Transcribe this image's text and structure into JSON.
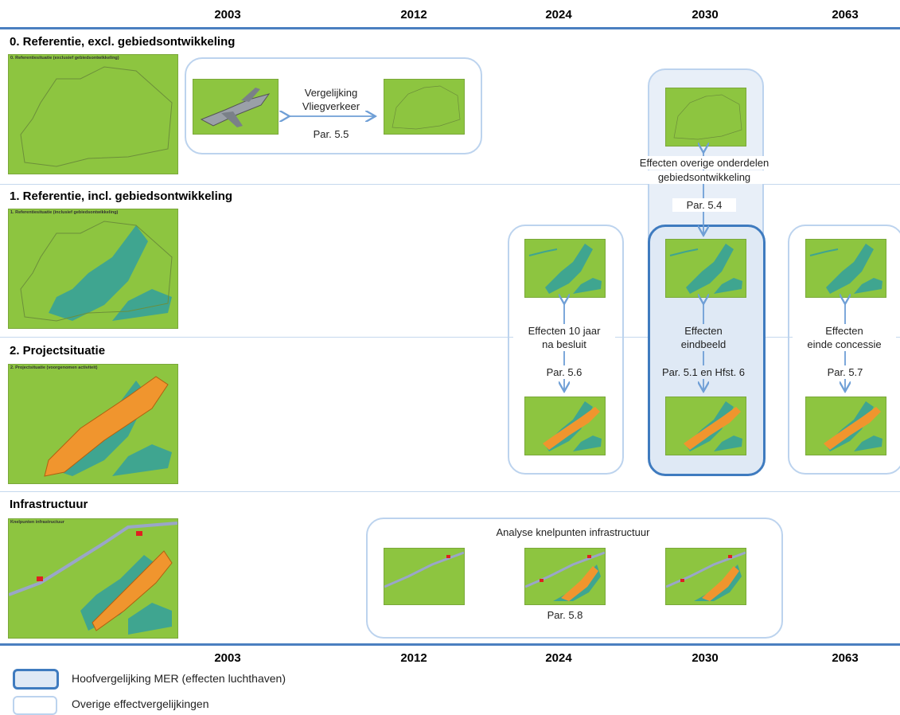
{
  "years": [
    "2003",
    "2012",
    "2024",
    "2030",
    "2063"
  ],
  "sections": {
    "ref_excl": "0. Referentie, excl. gebiedsontwikkeling",
    "ref_incl": "1. Referentie, incl. gebiedsontwikkeling",
    "project": "2. Projectsituatie",
    "infra": "Infrastructuur"
  },
  "thumbnails": {
    "ref_excl_title": "0. Referentiesituatie (exclusief gebiedsontwikkeling)",
    "ref_incl_title": "1. Referentiesituatie (inclusief gebiedsontwikkeling)",
    "project_title": "2. Projectsituatie (voorgenomen activiteit)",
    "infra_title": "Knelpunten infrastructuur"
  },
  "comparisons": {
    "flight_title": "Vergelijking",
    "flight_title2": "Vliegverkeer",
    "flight_par": "Par. 5.5",
    "overig_title": "Effecten overige onderdelen",
    "overig_title2": "gebiedsontwikkeling",
    "overig_par": "Par. 5.4",
    "ten_years_title": "Effecten 10 jaar",
    "ten_years_title2": "na besluit",
    "ten_years_par": "Par. 5.6",
    "end_title": "Effecten",
    "end_title2": "eindbeeld",
    "end_par": "Par. 5.1 en Hfst. 6",
    "concession_title": "Effecten",
    "concession_title2": "einde concessie",
    "concession_par": "Par. 5.7",
    "infra_title": "Analyse knelpunten infrastructuur",
    "infra_par": "Par. 5.8"
  },
  "legend": {
    "main": "Hoofvergelijking MER (effecten luchthaven)",
    "other": "Overige effectvergelijkingen"
  },
  "colors": {
    "map_green": "#8dc540",
    "area_teal": "#3fa590",
    "airport_orange": "#f0952e",
    "accent_blue": "#3f7bbf",
    "light_blue_border": "#bcd3ee",
    "main_box_fill": "#dfe9f5"
  }
}
